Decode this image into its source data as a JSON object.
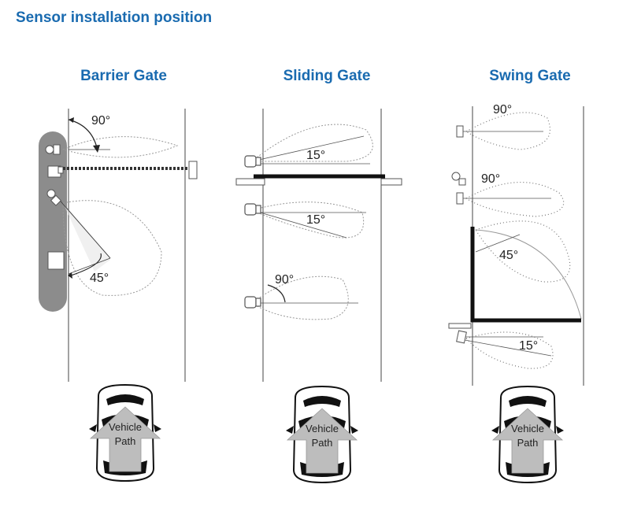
{
  "title": "Sensor installation position",
  "gates": [
    {
      "name": "Barrier Gate",
      "angles": [
        "90°",
        "45°"
      ]
    },
    {
      "name": "Sliding Gate",
      "angles": [
        "15°",
        "15°",
        "90°"
      ]
    },
    {
      "name": "Swing Gate",
      "angles": [
        "90°",
        "90°",
        "45°",
        "15°"
      ]
    }
  ],
  "vehicle_label_1": "Vehicle",
  "vehicle_label_2": "Path",
  "colors": {
    "title": "#1a6bb0",
    "pillar": "#8c8c8c",
    "arrow": "#bdbdbd"
  }
}
